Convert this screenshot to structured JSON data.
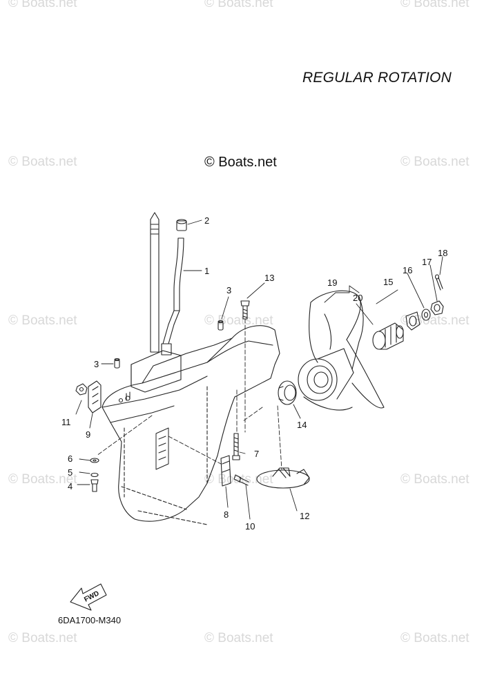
{
  "watermark": "© Boats.net",
  "center_watermark": "© Boats.net",
  "title": "REGULAR ROTATION",
  "diagram_code": "6DA1700-M340",
  "fwd_label": "FWD",
  "callouts": {
    "c1": "1",
    "c2": "2",
    "c3a": "3",
    "c3b": "3",
    "c4": "4",
    "c5": "5",
    "c6": "6",
    "c7": "7",
    "c8": "8",
    "c9": "9",
    "c10": "10",
    "c11": "11",
    "c12": "12",
    "c13": "13",
    "c14": "14",
    "c15": "15",
    "c16": "16",
    "c17": "17",
    "c18": "18",
    "c19": "19",
    "c20": "20"
  }
}
